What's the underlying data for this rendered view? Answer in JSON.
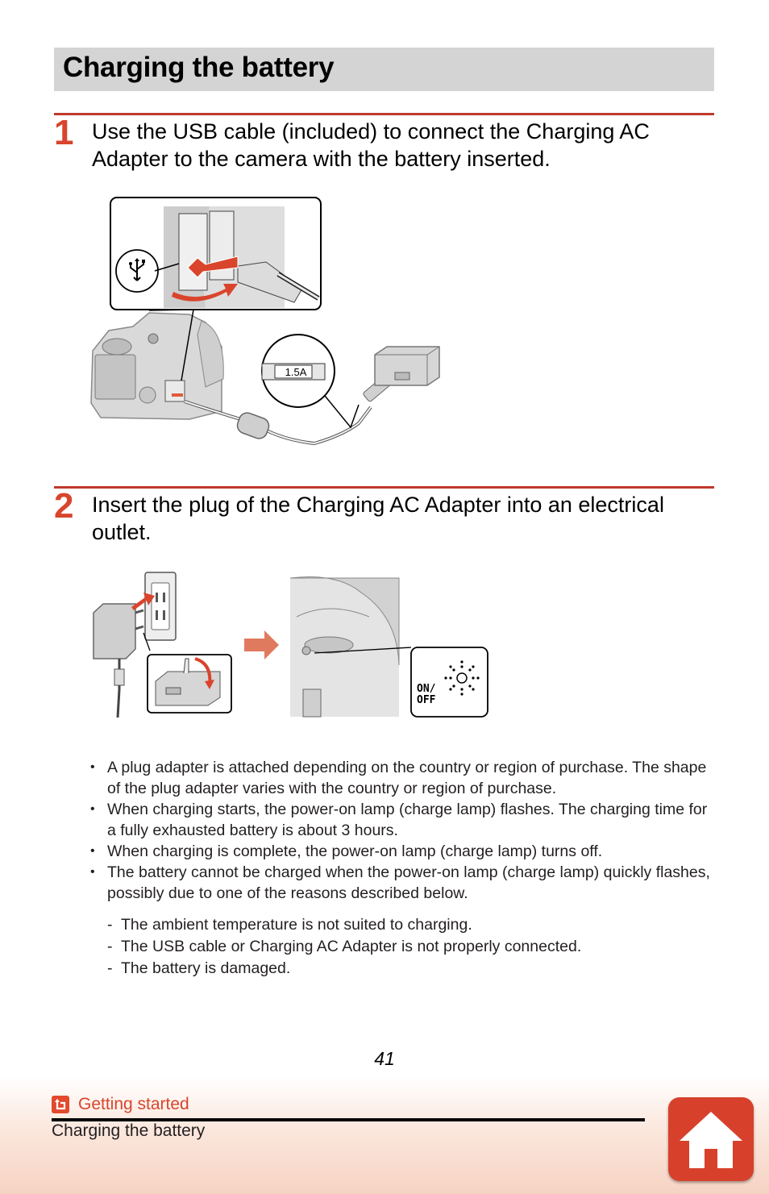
{
  "page": {
    "title": "Charging the battery",
    "page_number": "41"
  },
  "steps": [
    {
      "number": "1",
      "text": "Use the USB cable (included) to connect the Charging AC Adapter to the camera with the battery inserted."
    },
    {
      "number": "2",
      "text": "Insert the plug of the Charging AC Adapter into an electrical outlet."
    }
  ],
  "figure1": {
    "current_label": "1.5A"
  },
  "figure2": {
    "power_label_line1": "ON/",
    "power_label_line2": "OFF"
  },
  "notes": [
    "A plug adapter is attached depending on the country or region of purchase. The shape of the plug adapter varies with the country or region of purchase.",
    "When charging starts, the power-on lamp (charge lamp) flashes. The charging time for a fully exhausted battery is about 3 hours.",
    "When charging is complete, the power-on lamp (charge lamp) turns off.",
    "The battery cannot be charged when the power-on lamp (charge lamp) quickly flashes, possibly due to one of the reasons described below."
  ],
  "reasons": [
    "The ambient temperature is not suited to charging.",
    "The USB cable or Charging AC Adapter is not properly connected.",
    "The battery is damaged."
  ],
  "footer": {
    "chapter_link": "Getting started",
    "section": "Charging the battery"
  },
  "colors": {
    "accent": "#d8452d",
    "title_bar": "#d4d4d4",
    "arrow": "#e05a3c"
  },
  "icons": {
    "back": "back-arrow-icon",
    "home": "home-icon",
    "usb": "usb-icon",
    "flash": "flashing-lamp-icon"
  }
}
